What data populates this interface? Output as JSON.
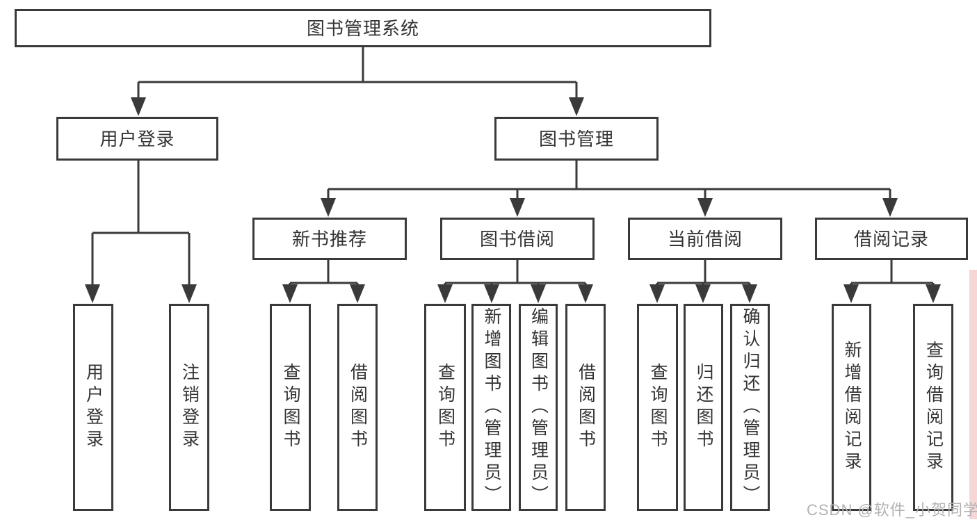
{
  "colors": {
    "line": "#3a3a3a",
    "box_border": "#3a3a3a",
    "text": "#333333",
    "background": "#ffffff",
    "watermark_gray": "#b2b2b2",
    "right_edge_pink": "#ecA6a6"
  },
  "diagram": {
    "root": {
      "label": "图书管理系统"
    },
    "level2": [
      {
        "id": "user-login-branch",
        "label": "用户登录"
      },
      {
        "id": "book-management",
        "label": "图书管理"
      }
    ],
    "level3": [
      {
        "id": "new-book-recommend",
        "label": "新书推荐"
      },
      {
        "id": "book-borrowing",
        "label": "图书借阅"
      },
      {
        "id": "current-borrowing",
        "label": "当前借阅"
      },
      {
        "id": "borrowing-records",
        "label": "借阅记录"
      }
    ],
    "leaves": {
      "user_login": [
        "用户登录",
        "注销登录"
      ],
      "new_book": [
        "查询图书",
        "借阅图书"
      ],
      "book_borrow": [
        "查询图书",
        "新增图书（管理员）",
        "编辑图书（管理员）",
        "借阅图书"
      ],
      "current_borrow": [
        "查询图书",
        "归还图书",
        "确认归还（管理员）"
      ],
      "records": [
        "新增借阅记录",
        "查询借阅记录"
      ]
    }
  },
  "watermark": {
    "text": "CSDN @软件_小贺同学"
  }
}
